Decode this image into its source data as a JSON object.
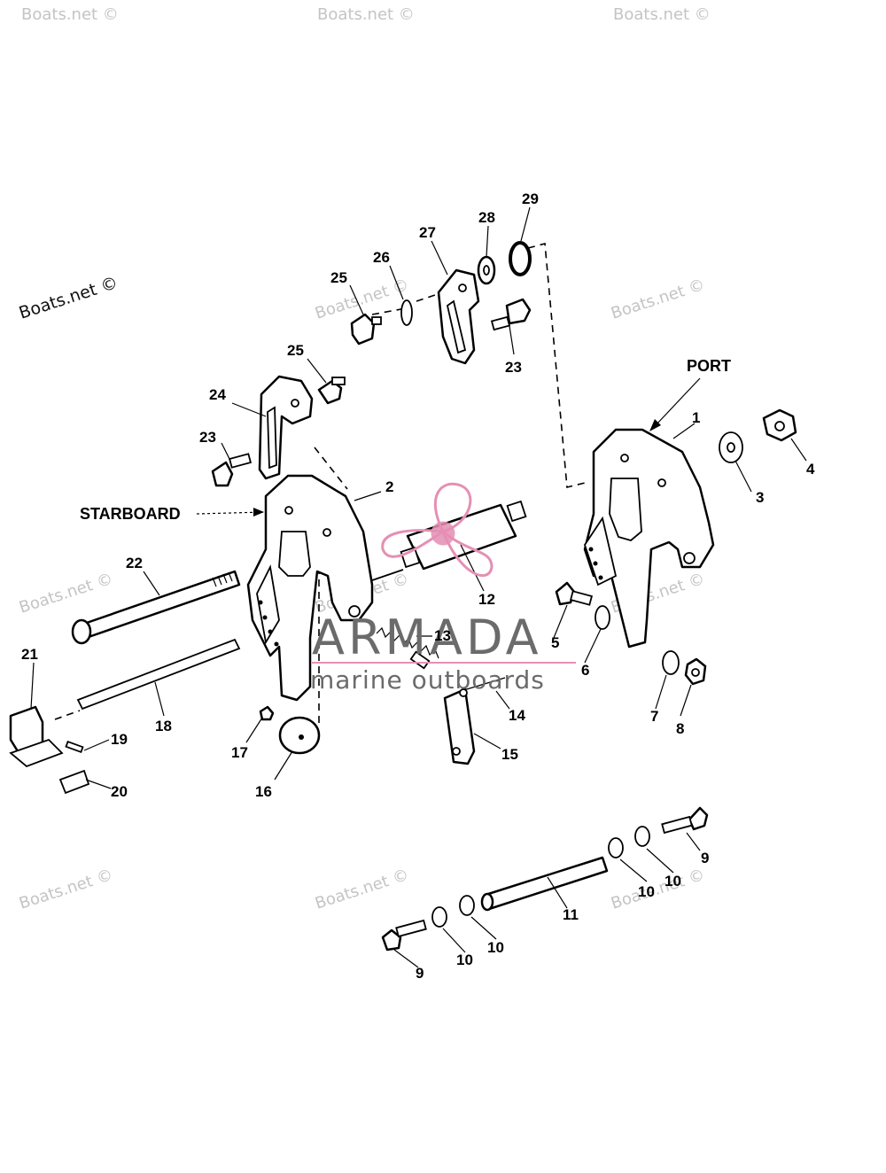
{
  "watermarks": {
    "light": "Boats.net ©",
    "dark": "Boats.net ©"
  },
  "labels": {
    "starboard": "STARBOARD",
    "port": "PORT"
  },
  "brand": {
    "name": "ARMADA",
    "tagline": "marine outboards",
    "color_text": "#6b6b6b",
    "color_accent": "#e58fb4"
  },
  "part_numbers": {
    "n1": "1",
    "n2": "2",
    "n3": "3",
    "n4": "4",
    "n5": "5",
    "n6": "6",
    "n7": "7",
    "n8": "8",
    "n9a": "9",
    "n9b": "9",
    "n10a": "10",
    "n10b": "10",
    "n10c": "10",
    "n10d": "10",
    "n11": "11",
    "n12": "12",
    "n13": "13",
    "n14": "14",
    "n15": "15",
    "n16": "16",
    "n17": "17",
    "n18": "18",
    "n19": "19",
    "n20": "20",
    "n21": "21",
    "n22": "22",
    "n23a": "23",
    "n23b": "23",
    "n24": "24",
    "n25a": "25",
    "n25b": "25",
    "n26": "26",
    "n27": "27",
    "n28": "28",
    "n29": "29"
  }
}
